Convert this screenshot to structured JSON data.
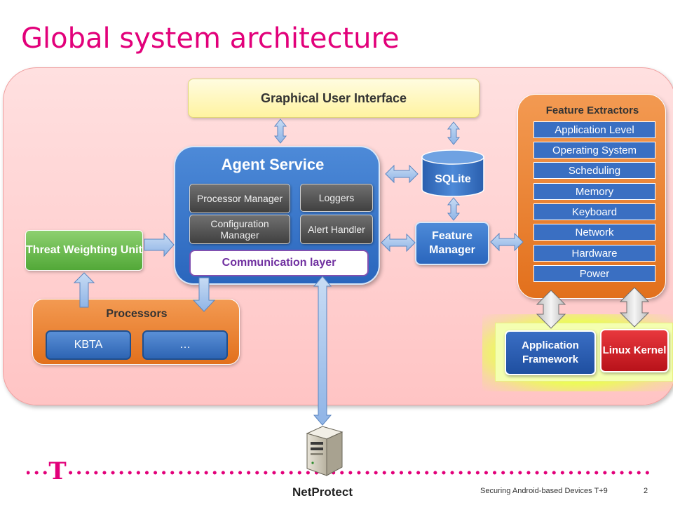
{
  "slide": {
    "title": "Global system architecture",
    "footer": "Securing Android-based Devices T+9",
    "page_number": "2"
  },
  "gui": {
    "label": "Graphical User Interface"
  },
  "agent_service": {
    "title": "Agent Service",
    "modules": {
      "processor_manager": "Processor Manager",
      "loggers": "Loggers",
      "configuration_manager": "Configuration Manager",
      "alert_handler": "Alert Handler"
    },
    "communication_layer": "Communication  layer"
  },
  "threat_weighting_unit": {
    "label": "Threat Weighting Unit"
  },
  "processors": {
    "title": "Processors",
    "items": [
      "KBTA",
      "…"
    ]
  },
  "sqlite": {
    "label": "SQLite"
  },
  "feature_manager": {
    "label": "Feature Manager"
  },
  "feature_extractors": {
    "title": "Feature Extractors",
    "items": [
      "Application Level",
      "Operating System",
      "Scheduling",
      "Memory",
      "Keyboard",
      "Network",
      "Hardware",
      "Power"
    ]
  },
  "platform": {
    "application_framework": "Application Framework",
    "linux_kernel": "Linux Kernel"
  },
  "netprotect": {
    "label": "NetProtect"
  },
  "logo": {
    "letter": "T"
  },
  "colors": {
    "title_magenta": "#e2007a",
    "panel_pink": "#ffcccc",
    "agent_blue": "#2a66bd",
    "orange": "#e2701c",
    "green": "#52a838",
    "gui_yellow": "#fff3a0",
    "linux_red": "#b8121a",
    "comm_purple": "#7030a0"
  }
}
